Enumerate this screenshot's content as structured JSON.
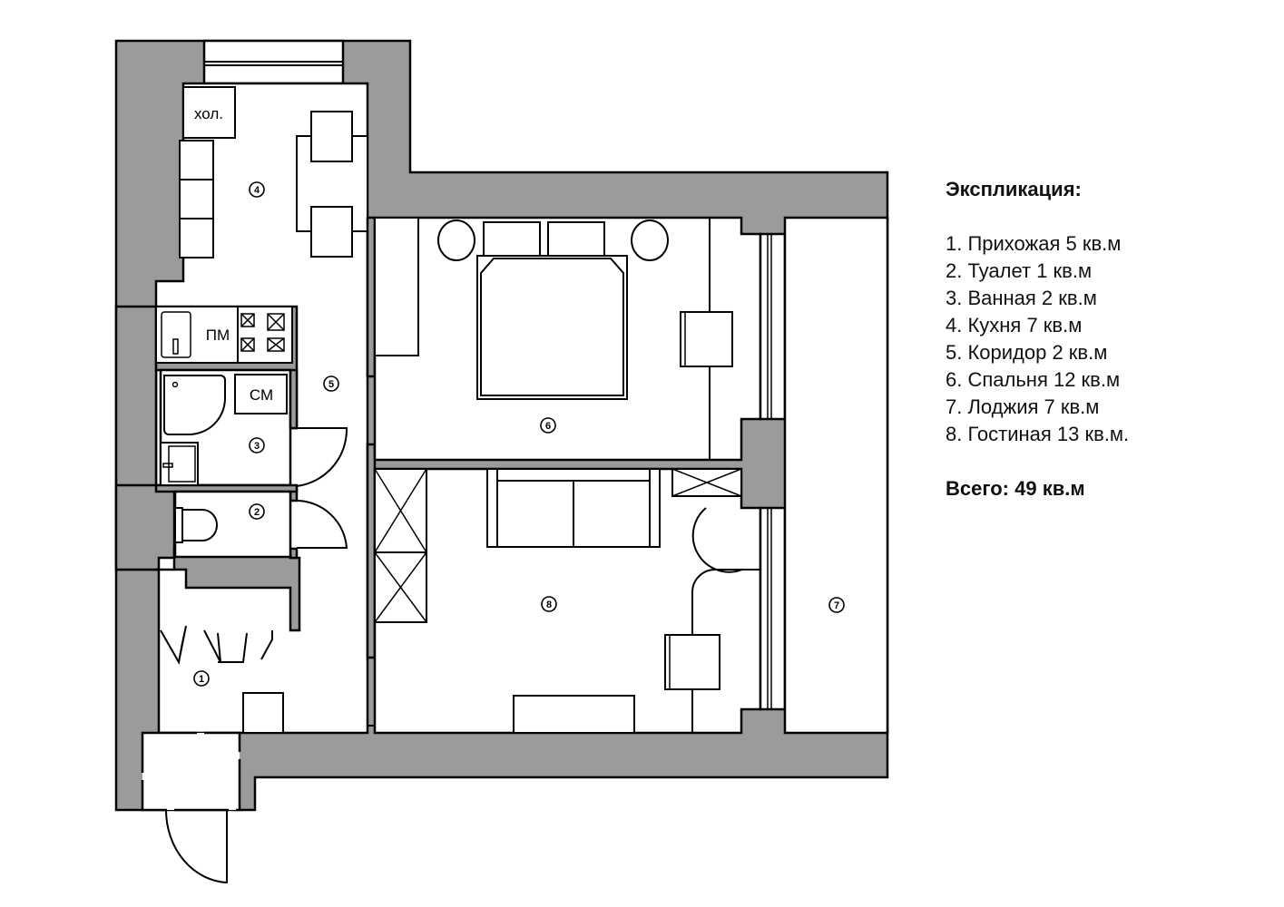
{
  "plan": {
    "labels": {
      "fridge": "хол.",
      "dishwasher": "ПМ",
      "washer": "СМ"
    },
    "room_numbers": [
      "1",
      "2",
      "3",
      "4",
      "5",
      "6",
      "7",
      "8"
    ],
    "colors": {
      "wall": "#9b9b9b",
      "line": "#000000",
      "background": "#ffffff"
    }
  },
  "legend": {
    "title": "Экспликация:",
    "items": [
      "1. Прихожая 5 кв.м",
      "2. Туалет 1 кв.м",
      "3. Ванная 2 кв.м",
      "4. Кухня 7 кв.м",
      "5. Коридор 2 кв.м",
      "6. Спальня 12 кв.м",
      "7. Лоджия 7 кв.м",
      "8. Гостиная 13 кв.м."
    ],
    "total": "Всего: 49 кв.м"
  }
}
